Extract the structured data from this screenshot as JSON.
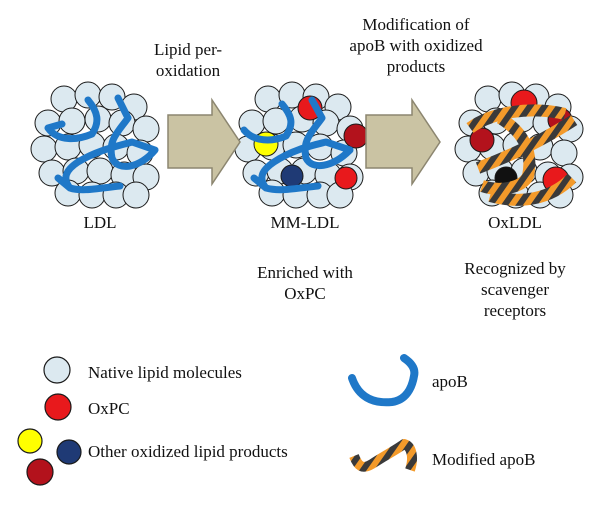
{
  "stages": {
    "ldl": {
      "label": "LDL"
    },
    "mm_ldl": {
      "label": "MM-LDL",
      "note_lines": [
        "Enriched with",
        "OxPC"
      ]
    },
    "ox_ldl": {
      "label": "OxLDL",
      "note_lines": [
        "Recognized by",
        "scavenger",
        "receptors"
      ]
    }
  },
  "steps": {
    "step1_lines": [
      "Lipid per-",
      "oxidation"
    ],
    "step2_lines": [
      "Modification of",
      "apoB with oxidized",
      "products"
    ]
  },
  "legend": {
    "native": "Native lipid molecules",
    "oxpc": "OxPC",
    "other_oxidized": "Other oxidized lipid products",
    "apob": "apoB",
    "modified_apob": "Modified  apoB"
  },
  "colors": {
    "native_fill": "#dce9f0",
    "outline": "#1a1a1a",
    "oxpc_red": "#e8191c",
    "dark_red": "#b3121c",
    "yellow": "#ffff00",
    "navy": "#1f3a75",
    "apob_blue": "#1f78c8",
    "modified_orange": "#f39a2a",
    "arrow_fill": "#cac3a3",
    "arrow_stroke": "#8c8670"
  }
}
